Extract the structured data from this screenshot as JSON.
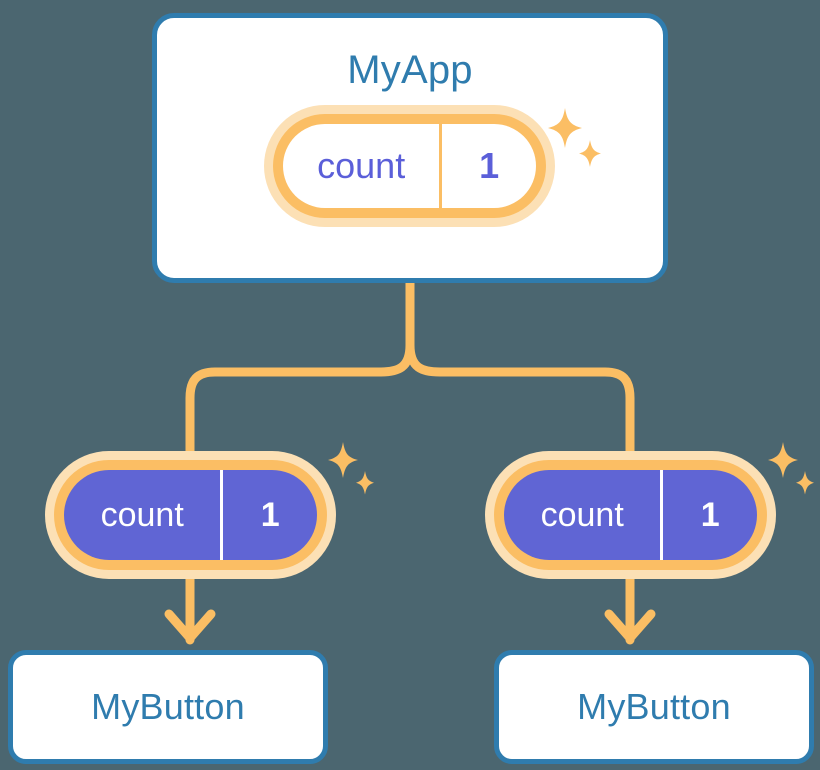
{
  "theme": {
    "background": "#4b6670",
    "card_border": "#2f7cae",
    "card_fill": "#ffffff",
    "text_blue": "#2f7cae",
    "accent_orange": "#fbbe64",
    "accent_orange_soft": "#fce0b5",
    "state_purple": "#6065d4",
    "state_text_purple": "#5b5fd9",
    "state_text_white": "#ffffff"
  },
  "diagram": {
    "type": "component-tree",
    "root": {
      "title": "MyApp",
      "state": {
        "key": "count",
        "value": "1"
      },
      "sparkle_icon": "sparkle-icon"
    },
    "children": [
      {
        "state": {
          "key": "count",
          "value": "1"
        },
        "sparkle_icon": "sparkle-icon",
        "leaf_label": "MyButton"
      },
      {
        "state": {
          "key": "count",
          "value": "1"
        },
        "sparkle_icon": "sparkle-icon",
        "leaf_label": "MyButton"
      }
    ]
  }
}
